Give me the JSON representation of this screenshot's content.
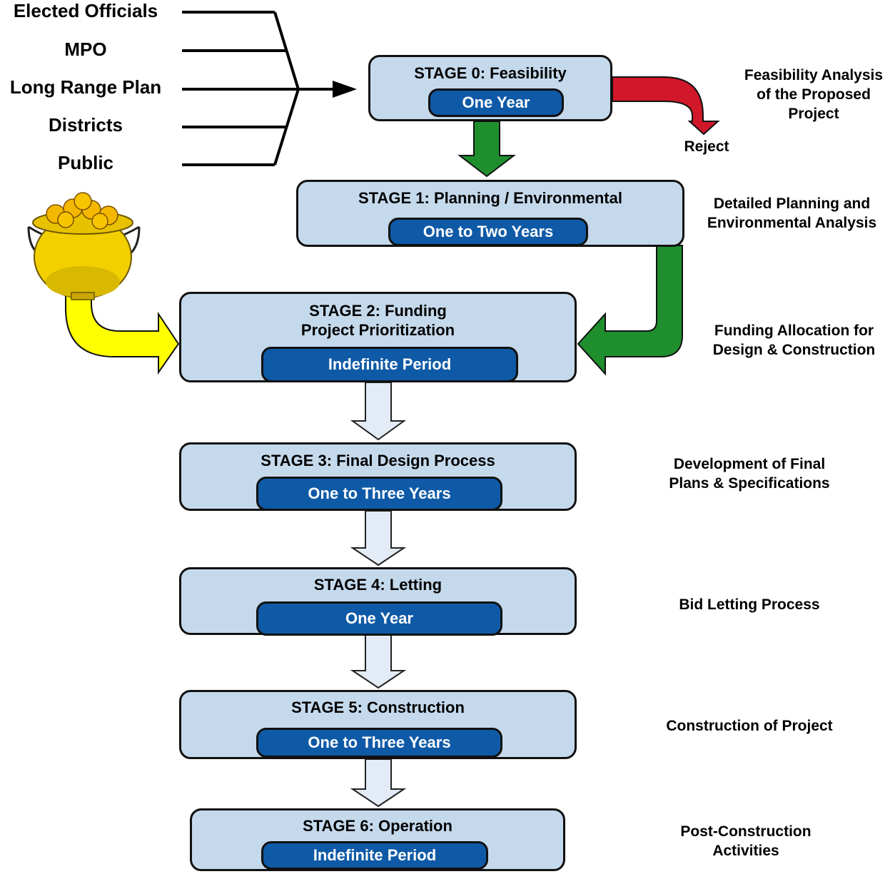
{
  "sources": [
    "Elected Officials",
    "MPO",
    "Long Range Plan",
    "Districts",
    "Public"
  ],
  "stages": [
    {
      "title": "STAGE 0:  Feasibility",
      "duration": "One Year"
    },
    {
      "title": "STAGE 1: Planning / Environmental",
      "duration": "One to Two Years"
    },
    {
      "title": "STAGE 2: Funding",
      "subtitle": "Project Prioritization",
      "duration": "Indefinite Period"
    },
    {
      "title": "STAGE 3: Final Design Process",
      "duration": "One to Three Years"
    },
    {
      "title": "STAGE 4: Letting",
      "duration": "One Year"
    },
    {
      "title": "STAGE 5: Construction",
      "duration": "One to Three Years"
    },
    {
      "title": "STAGE 6: Operation",
      "duration": "Indefinite Period"
    }
  ],
  "notes": {
    "stage0": [
      "Feasibility Analysis",
      "of  the Proposed",
      "Project"
    ],
    "reject": "Reject",
    "stage1": [
      "Detailed Planning and",
      "Environmental Analysis"
    ],
    "stage2": [
      "Funding Allocation for",
      "Design & Construction"
    ],
    "stage3": [
      "Development of Final",
      "Plans & Specifications"
    ],
    "stage4": "Bid Letting Process",
    "stage5": "Construction of Project",
    "stage6": [
      "Post-Construction",
      "Activities"
    ]
  },
  "colors": {
    "stage_fill": "#c5d9ec",
    "duration_fill": "#0f5aa6",
    "reject_arrow": "#d0182a",
    "approve_arrow": "#1f8f2e",
    "funding_arrow": "#ffff00",
    "flow_arrow": "#e3ecf6"
  },
  "icons": [
    "pot-of-gold-icon"
  ]
}
